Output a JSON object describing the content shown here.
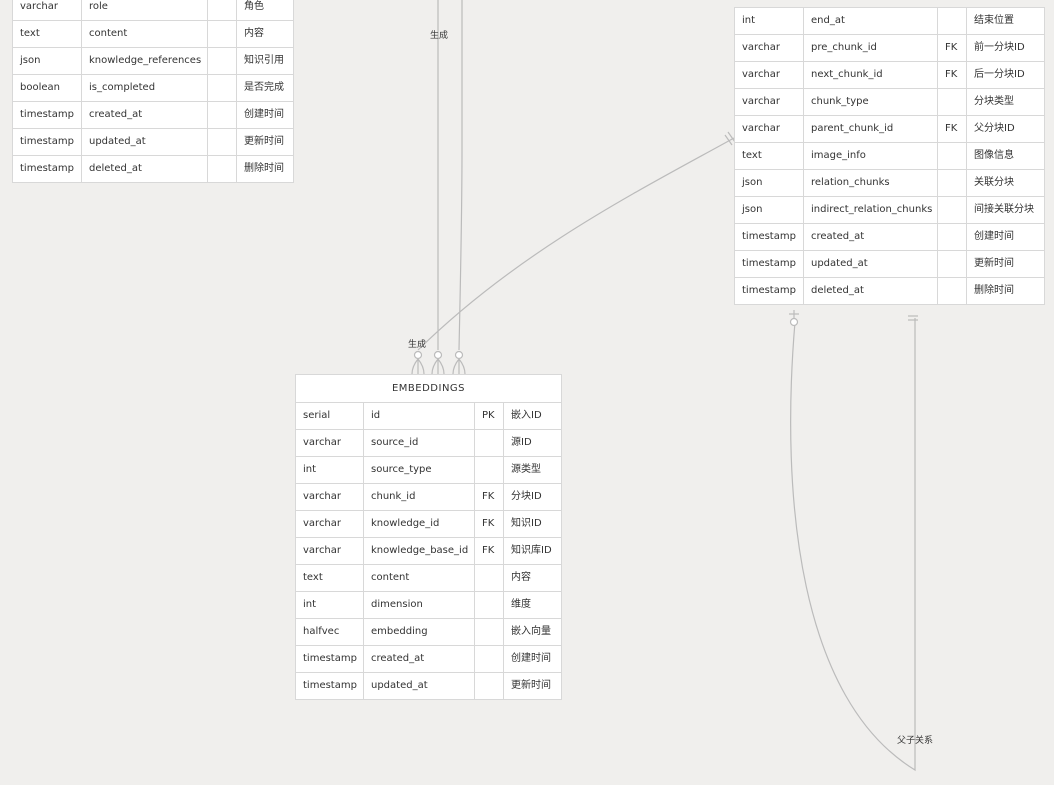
{
  "left_table": {
    "rows": [
      [
        "varchar",
        "role",
        "",
        "角色"
      ],
      [
        "text",
        "content",
        "",
        "内容"
      ],
      [
        "json",
        "knowledge_references",
        "",
        "知识引用"
      ],
      [
        "boolean",
        "is_completed",
        "",
        "是否完成"
      ],
      [
        "timestamp",
        "created_at",
        "",
        "创建时间"
      ],
      [
        "timestamp",
        "updated_at",
        "",
        "更新时间"
      ],
      [
        "timestamp",
        "deleted_at",
        "",
        "删除时间"
      ]
    ]
  },
  "right_table": {
    "rows": [
      [
        "int",
        "end_at",
        "",
        "结束位置"
      ],
      [
        "varchar",
        "pre_chunk_id",
        "FK",
        "前一分块ID"
      ],
      [
        "varchar",
        "next_chunk_id",
        "FK",
        "后一分块ID"
      ],
      [
        "varchar",
        "chunk_type",
        "",
        "分块类型"
      ],
      [
        "varchar",
        "parent_chunk_id",
        "FK",
        "父分块ID"
      ],
      [
        "text",
        "image_info",
        "",
        "图像信息"
      ],
      [
        "json",
        "relation_chunks",
        "",
        "关联分块"
      ],
      [
        "json",
        "indirect_relation_chunks",
        "",
        "间接关联分块"
      ],
      [
        "timestamp",
        "created_at",
        "",
        "创建时间"
      ],
      [
        "timestamp",
        "updated_at",
        "",
        "更新时间"
      ],
      [
        "timestamp",
        "deleted_at",
        "",
        "删除时间"
      ]
    ]
  },
  "embeddings_table": {
    "title": "EMBEDDINGS",
    "rows": [
      [
        "serial",
        "id",
        "PK",
        "嵌入ID"
      ],
      [
        "varchar",
        "source_id",
        "",
        "源ID"
      ],
      [
        "int",
        "source_type",
        "",
        "源类型"
      ],
      [
        "varchar",
        "chunk_id",
        "FK",
        "分块ID"
      ],
      [
        "varchar",
        "knowledge_id",
        "FK",
        "知识ID"
      ],
      [
        "varchar",
        "knowledge_base_id",
        "FK",
        "知识库ID"
      ],
      [
        "text",
        "content",
        "",
        "内容"
      ],
      [
        "int",
        "dimension",
        "",
        "维度"
      ],
      [
        "halfvec",
        "embedding",
        "",
        "嵌入向量"
      ],
      [
        "timestamp",
        "created_at",
        "",
        "创建时间"
      ],
      [
        "timestamp",
        "updated_at",
        "",
        "更新时间"
      ]
    ]
  },
  "relations": {
    "generate_top": "生成",
    "generate_bottom": "生成",
    "parent_child": "父子关系"
  },
  "colors": {
    "background": "#f0efed",
    "line": "#bbbbbb",
    "table_border": "#d8d8d8"
  }
}
